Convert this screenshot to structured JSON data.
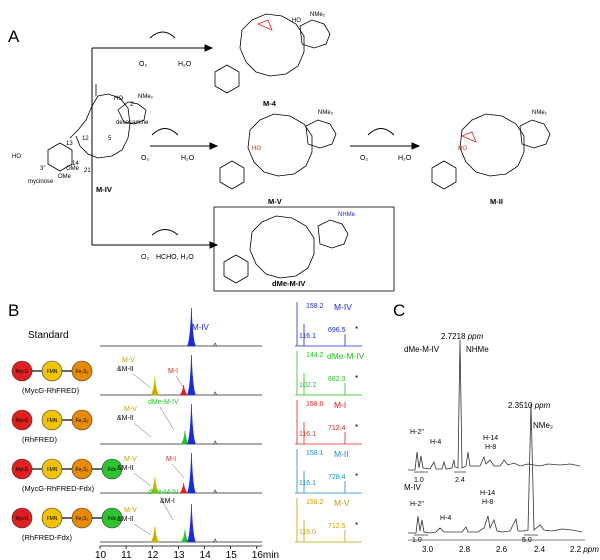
{
  "panels": {
    "a": "A",
    "b": "B",
    "c": "C"
  },
  "scheme": {
    "start": "M-IV",
    "desosamine": "desosamine",
    "mycinose": "mycinose",
    "nme2": "NMe₂",
    "nhme": "NHMe",
    "ome": "OMe",
    "ho": "HO",
    "ring_numbers": [
      "13",
      "12",
      "5",
      "14",
      "21",
      "2'",
      "2''",
      "3''"
    ],
    "products": [
      "M-4",
      "M-V",
      "M-II",
      "dMe-M-IV"
    ],
    "reagents": {
      "o2": "O₂",
      "h2o": "H₂O",
      "hcho_h2o": "HCHO, H₂O"
    }
  },
  "hplc": {
    "standard_label": "Standard",
    "x_ticks": [
      "10",
      "11",
      "12",
      "13",
      "14",
      "15",
      "16min"
    ],
    "x_values": [
      10,
      11,
      12,
      13,
      14,
      15,
      16
    ],
    "traces": [
      {
        "name": "Standard",
        "peaks": [
          {
            "rt": 13.5,
            "label": "M-IV",
            "color": "#1a2bd8"
          }
        ]
      },
      {
        "name": "MycG-RhFRED",
        "peaks": [
          {
            "rt": 12.1,
            "label": "M-V",
            "color": "#c9b000"
          },
          {
            "rt": 13.2,
            "label": "M-I",
            "color": "#e02020"
          },
          {
            "rt": 13.5,
            "label": "M-IV",
            "color": "#1a2bd8"
          }
        ]
      },
      {
        "name": "RhFRED",
        "peaks": [
          {
            "rt": 13.25,
            "label": "dMe-M-IV",
            "color": "#22c422"
          },
          {
            "rt": 13.5,
            "label": "M-IV",
            "color": "#1a2bd8"
          }
        ]
      },
      {
        "name": "MycG-RhFRED-Fdx",
        "peaks": [
          {
            "rt": 12.1,
            "label": "M-V",
            "color": "#c9b000"
          },
          {
            "rt": 13.2,
            "label": "M-I",
            "color": "#e02020"
          },
          {
            "rt": 13.5,
            "label": "M-IV",
            "color": "#1a2bd8"
          }
        ]
      },
      {
        "name": "RhFRED-Fdx",
        "peaks": [
          {
            "rt": 12.1,
            "label": "M-V",
            "color": "#c9b000"
          },
          {
            "rt": 13.25,
            "label": "dMe-M-IV",
            "color": "#22c422"
          },
          {
            "rt": 13.5,
            "label": "M-IV",
            "color": "#1a2bd8"
          }
        ]
      }
    ],
    "peak_labels": {
      "m_iv": "M-IV",
      "m_v": "M-V",
      "and_m_ii": "&M-II",
      "and_m_i": "&M-I",
      "m_i": "M-I",
      "dme": "dMe-M-IV"
    },
    "constructs": [
      {
        "caption": "(MycG-RhFRED)",
        "boxes": [
          "MycG",
          "FMN",
          "Fe₂S₂"
        ]
      },
      {
        "caption": "(RhFRED)",
        "boxes": [
          "MycG",
          "FMN",
          "Fe₂S₂"
        ]
      },
      {
        "caption": "(MycG-RhFRED-Fdx)",
        "boxes": [
          "MycG",
          "FMN",
          "Fe₂S₂",
          "Fdx"
        ]
      },
      {
        "caption": "(RhFRED-Fdx)",
        "boxes": [
          "MycG",
          "FMN",
          "Fe₂S₂",
          "Fdx"
        ]
      }
    ],
    "ms": [
      {
        "name": "M-IV",
        "color": "#1a2bd8",
        "lo": "116.1",
        "hi": "158.2",
        "mz": "696.5"
      },
      {
        "name": "dMe-M-IV",
        "color": "#22c422",
        "lo": "102.2",
        "hi": "144.2",
        "mz": "682.3"
      },
      {
        "name": "M-I",
        "color": "#e02020",
        "lo": "116.1",
        "hi": "158.0",
        "mz": "712.4"
      },
      {
        "name": "M-II",
        "color": "#1a8ad8",
        "lo": "116.1",
        "hi": "158.1",
        "mz": "728.4"
      },
      {
        "name": "M-V",
        "color": "#c9a000",
        "lo": "116.0",
        "hi": "158.2",
        "mz": "712.5"
      }
    ],
    "star": "*"
  },
  "nmr": {
    "top": {
      "name": "dMe-M-IV",
      "shift": "2.7218",
      "ppm": "ppm",
      "group": "NHMe",
      "h2": "H-2''",
      "h4": "H-4",
      "h14": "H-14",
      "h8": "H-8",
      "int1": "1.0",
      "int2": "2.4"
    },
    "bottom": {
      "name": "M-IV",
      "shift": "2.3510",
      "ppm": "ppm",
      "group": "NMe₂",
      "h2": "H-2''",
      "h4": "H-4",
      "h14": "H-14",
      "h8": "H-8",
      "int1": "1.0",
      "int2": "5.0"
    },
    "axis_ticks": [
      "3.0",
      "2.8",
      "2.6",
      "2.4",
      "2.2"
    ],
    "axis_unit": "ppm"
  }
}
